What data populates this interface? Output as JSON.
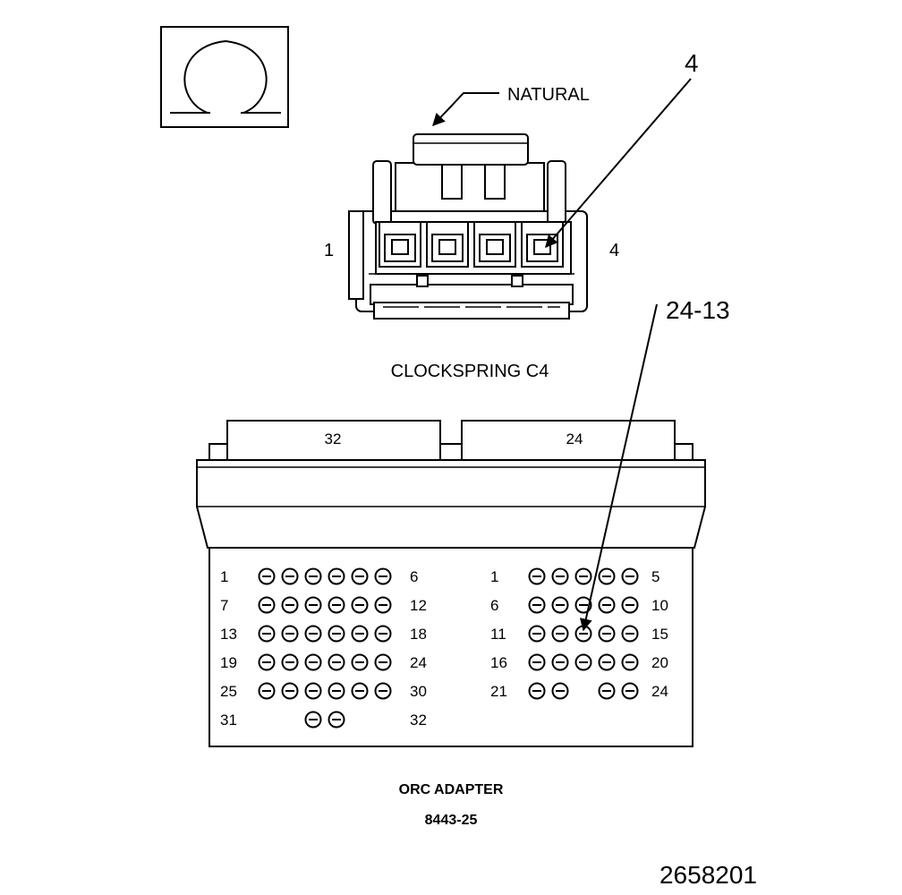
{
  "symbol": {
    "icon": "ohm-icon"
  },
  "clockspring": {
    "color_label": "NATURAL",
    "callout": "4",
    "pin_left": "1",
    "pin_right": "4",
    "title": "CLOCKSPRING C4"
  },
  "adapter": {
    "tab_left": "32",
    "tab_right": "24",
    "callout": "24-13",
    "left_rows": [
      {
        "start": "1",
        "end": "6"
      },
      {
        "start": "7",
        "end": "12"
      },
      {
        "start": "13",
        "end": "18"
      },
      {
        "start": "19",
        "end": "24"
      },
      {
        "start": "25",
        "end": "30"
      },
      {
        "start": "31",
        "end": "32"
      }
    ],
    "right_rows": [
      {
        "start": "1",
        "end": "5"
      },
      {
        "start": "6",
        "end": "10"
      },
      {
        "start": "11",
        "end": "15"
      },
      {
        "start": "16",
        "end": "20"
      },
      {
        "start": "21",
        "end": "24"
      }
    ],
    "title": "ORC ADAPTER",
    "part_number": "8443-25"
  },
  "figure_id": "2658201"
}
